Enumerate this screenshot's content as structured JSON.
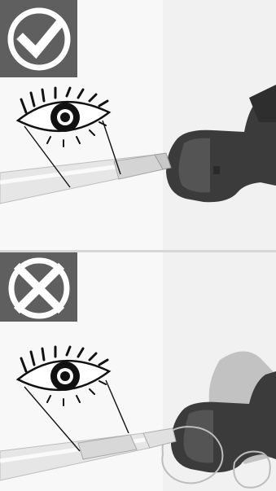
{
  "panels": [
    {
      "id": "correct",
      "status_icon": "checkmark-icon",
      "meaning": "correct"
    },
    {
      "id": "incorrect",
      "status_icon": "cross-icon",
      "meaning": "incorrect"
    }
  ],
  "icon_colors": {
    "badge_bg": "#5f5f5f",
    "badge_fg": "#ffffff"
  }
}
